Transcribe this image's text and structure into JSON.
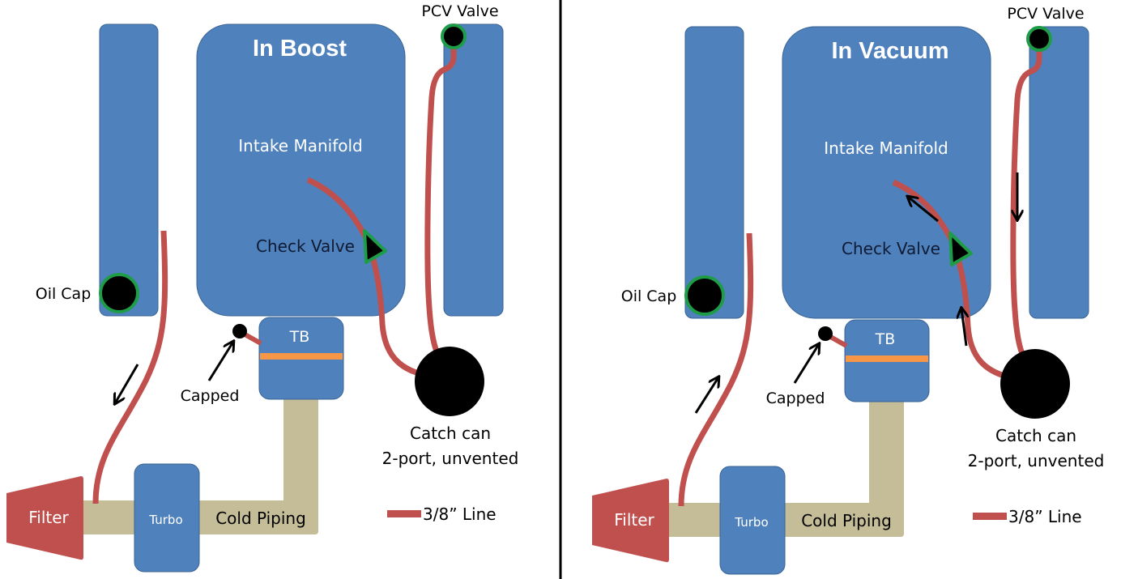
{
  "colors": {
    "component_blue": "#4f81bd",
    "component_border": "#3a6494",
    "line_red": "#c0504d",
    "piping_tan": "#c4bd97",
    "valve_green": "#1e9c48",
    "tb_band_orange": "#f79646",
    "divider": "#000000"
  },
  "panels": [
    {
      "id": "boost",
      "title": "In Boost",
      "labels": {
        "intake_manifold": "Intake Manifold",
        "check_valve": "Check Valve",
        "pcv_valve": "PCV Valve",
        "oil_cap": "Oil Cap",
        "throttle_body": "TB",
        "capped": "Capped",
        "catch_can_line1": "Catch can",
        "catch_can_line2": "2-port, unvented",
        "filter": "Filter",
        "turbo": "Turbo",
        "cold_piping": "Cold Piping",
        "legend": "3/8” Line"
      },
      "flow_arrows": [
        "oil-cap-line-toward-filter"
      ]
    },
    {
      "id": "vacuum",
      "title": "In Vacuum",
      "labels": {
        "intake_manifold": "Intake Manifold",
        "check_valve": "Check Valve",
        "pcv_valve": "PCV Valve",
        "oil_cap": "Oil Cap",
        "throttle_body": "TB",
        "capped": "Capped",
        "catch_can_line1": "Catch can",
        "catch_can_line2": "2-port, unvented",
        "filter": "Filter",
        "turbo": "Turbo",
        "cold_piping": "Cold Piping",
        "legend": "3/8” Line"
      },
      "flow_arrows": [
        "filter-line-toward-oil-cap",
        "pcv-line-toward-catch-can",
        "catch-can-toward-manifold",
        "check-valve-into-manifold"
      ]
    }
  ]
}
